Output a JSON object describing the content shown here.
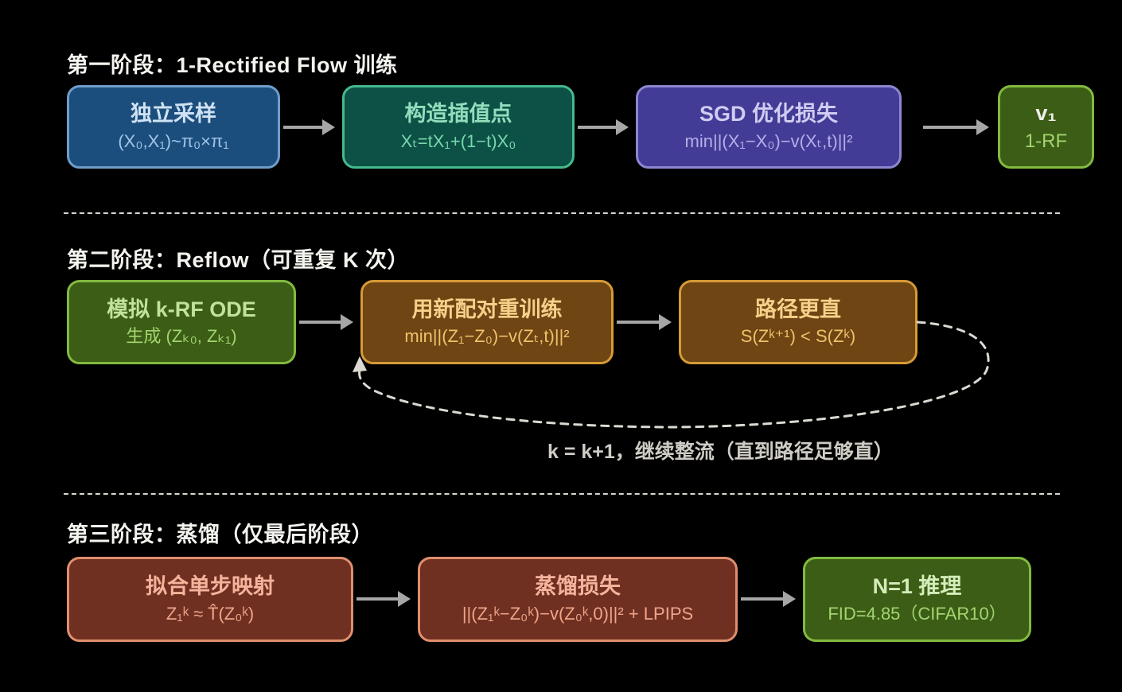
{
  "stage1": {
    "title": "第一阶段：1-Rectified Flow 训练",
    "boxes": [
      {
        "title": "独立采样",
        "subtitle": "(X₀,X₁)~π₀×π₁"
      },
      {
        "title": "构造插值点",
        "subtitle": "Xₜ=tX₁+(1−t)X₀"
      },
      {
        "title": "SGD 优化损失",
        "subtitle": "min||(X₁−X₀)−v(Xₜ,t)||²"
      },
      {
        "title": "v₁",
        "subtitle": "1-RF"
      }
    ]
  },
  "stage2": {
    "title": "第二阶段：Reflow（可重复 K 次）",
    "boxes": [
      {
        "title": "模拟 k-RF ODE",
        "subtitle": "生成 (Zₖ₀, Zₖ₁)"
      },
      {
        "title": "用新配对重训练",
        "subtitle": "min||(Z₁−Z₀)−v(Zₜ,t)||²"
      },
      {
        "title": "路径更直",
        "subtitle": "S(Zᵏ⁺¹) < S(Zᵏ)"
      }
    ],
    "loop_label": "k = k+1，继续整流（直到路径足够直）"
  },
  "stage3": {
    "title": "第三阶段：蒸馏（仅最后阶段）",
    "boxes": [
      {
        "title": "拟合单步映射",
        "subtitle": "Z₁ᵏ ≈ T̂(Z₀ᵏ)"
      },
      {
        "title": "蒸馏损失",
        "subtitle": "||(Z₁ᵏ−Z₀ᵏ)−v(Z₀ᵏ,0)||² + LPIPS"
      },
      {
        "title": "N=1 推理",
        "subtitle": "FID=4.85（CIFAR10）"
      }
    ]
  },
  "colors": {
    "background": "#000000",
    "blue_box": "#1c4e7d",
    "blue_border": "#6f9dc9",
    "teal_box": "#0d5045",
    "teal_border": "#45b98c",
    "purple_box": "#423c96",
    "purple_border": "#8d86d0",
    "green_box": "#3c5d15",
    "green_border": "#82ba40",
    "brown_box": "#6e4513",
    "brown_border": "#d69a36",
    "red_box": "#6f3022",
    "red_border": "#df8f6d",
    "arrow": "#a6a6a6",
    "dashed_line": "#d8d5ce"
  }
}
